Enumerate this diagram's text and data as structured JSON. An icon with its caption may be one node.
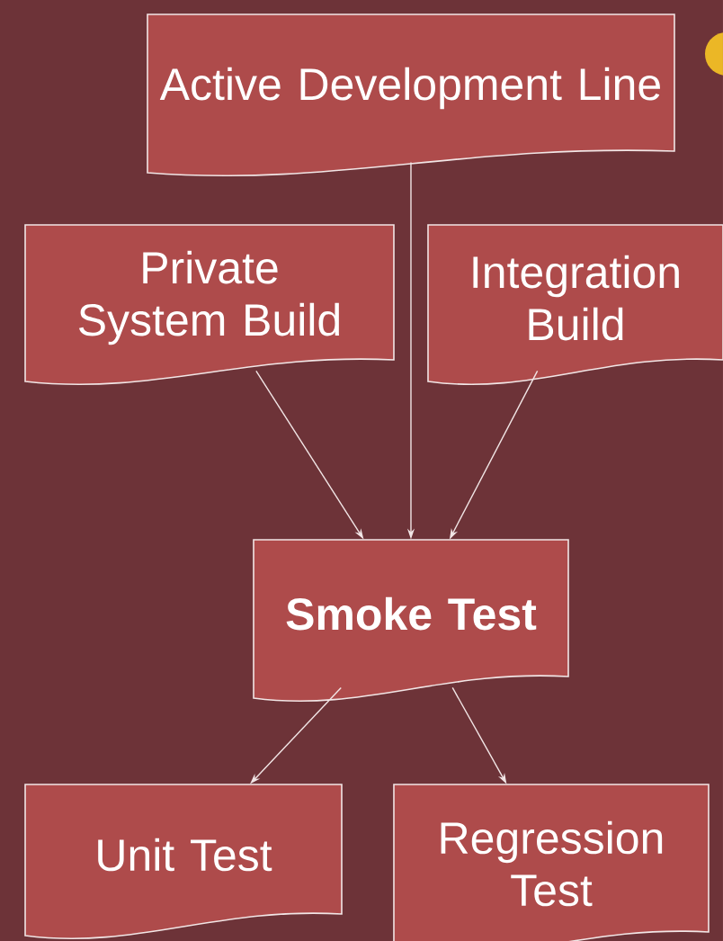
{
  "diagram": {
    "nodes": [
      {
        "text": [
          "Active Development Line"
        ]
      },
      {
        "text": [
          "Private System Build"
        ]
      },
      {
        "text": [
          "Integration Build"
        ]
      },
      {
        "text": [
          "**Smoke Test**"
        ]
      },
      {
        "text": [
          "Unit Test"
        ]
      },
      {
        "text": [
          "Regression Test"
        ]
      }
    ],
    "edges": [
      {
        "from": 0,
        "to": 3,
        "arrow": "to"
      },
      {
        "from": 1,
        "to": 3,
        "arrow": "to"
      },
      {
        "from": 2,
        "to": 3,
        "arrow": "to"
      },
      {
        "from": 3,
        "to": 4,
        "arrow": "to"
      },
      {
        "from": 3,
        "to": 5,
        "arrow": "to"
      }
    ]
  }
}
